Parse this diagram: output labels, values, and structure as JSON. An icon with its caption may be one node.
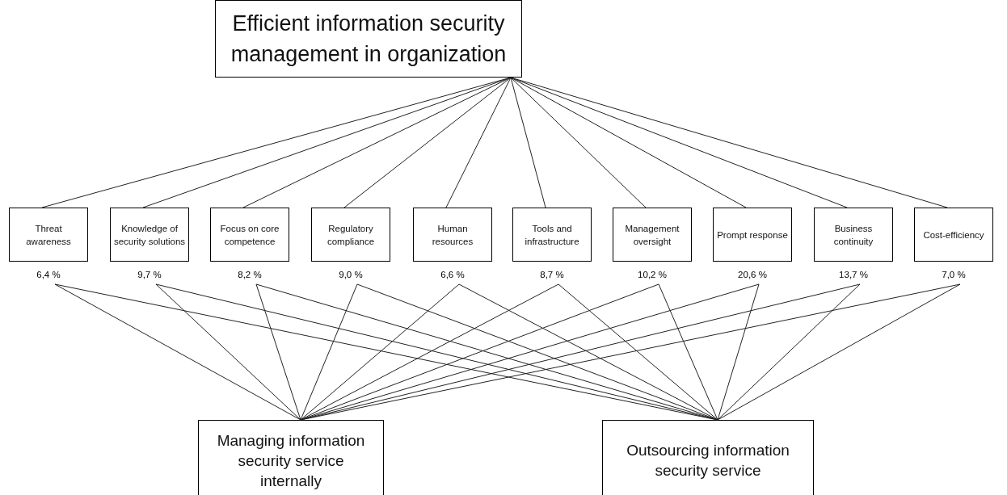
{
  "diagram": {
    "nodes": [
      {
        "text": [
          "Efficient information security management in organization"
        ]
      },
      {
        "text": [
          "Threat awareness"
        ],
        "beside": [
          "6,4 %"
        ]
      },
      {
        "text": [
          "Knowledge of security solutions"
        ],
        "beside": [
          "9,7 %"
        ]
      },
      {
        "text": [
          "Focus on core competence"
        ],
        "beside": [
          "8,2 %"
        ]
      },
      {
        "text": [
          "Regulatory compliance"
        ],
        "beside": [
          "9,0 %"
        ]
      },
      {
        "text": [
          "Human resources"
        ],
        "beside": [
          "6,6 %"
        ]
      },
      {
        "text": [
          "Tools and infrastructure"
        ],
        "beside": [
          "8,7 %"
        ]
      },
      {
        "text": [
          "Management oversight"
        ],
        "beside": [
          "10,2 %"
        ]
      },
      {
        "text": [
          "Prompt response"
        ],
        "beside": [
          "20,6 %"
        ]
      },
      {
        "text": [
          "Business continuity"
        ],
        "beside": [
          "13,7 %"
        ]
      },
      {
        "text": [
          "Cost-efficiency"
        ],
        "beside": [
          "7,0 %"
        ]
      },
      {
        "text": [
          "Managing information security service internally"
        ]
      },
      {
        "text": [
          "Outsourcing information security service"
        ]
      }
    ],
    "edges": [
      {
        "from": 0,
        "to": 1,
        "arrow": "none"
      },
      {
        "from": 0,
        "to": 2,
        "arrow": "none"
      },
      {
        "from": 0,
        "to": 3,
        "arrow": "none"
      },
      {
        "from": 0,
        "to": 4,
        "arrow": "none"
      },
      {
        "from": 0,
        "to": 5,
        "arrow": "none"
      },
      {
        "from": 0,
        "to": 6,
        "arrow": "none"
      },
      {
        "from": 0,
        "to": 7,
        "arrow": "none"
      },
      {
        "from": 0,
        "to": 8,
        "arrow": "none"
      },
      {
        "from": 0,
        "to": 9,
        "arrow": "none"
      },
      {
        "from": 0,
        "to": 10,
        "arrow": "none"
      },
      {
        "from": 1,
        "to": 11,
        "arrow": "none"
      },
      {
        "from": 1,
        "to": 12,
        "arrow": "none"
      },
      {
        "from": 2,
        "to": 11,
        "arrow": "none"
      },
      {
        "from": 2,
        "to": 12,
        "arrow": "none"
      },
      {
        "from": 3,
        "to": 11,
        "arrow": "none"
      },
      {
        "from": 3,
        "to": 12,
        "arrow": "none"
      },
      {
        "from": 4,
        "to": 11,
        "arrow": "none"
      },
      {
        "from": 4,
        "to": 12,
        "arrow": "none"
      },
      {
        "from": 5,
        "to": 11,
        "arrow": "none"
      },
      {
        "from": 5,
        "to": 12,
        "arrow": "none"
      },
      {
        "from": 6,
        "to": 11,
        "arrow": "none"
      },
      {
        "from": 6,
        "to": 12,
        "arrow": "none"
      },
      {
        "from": 7,
        "to": 11,
        "arrow": "none"
      },
      {
        "from": 7,
        "to": 12,
        "arrow": "none"
      },
      {
        "from": 8,
        "to": 11,
        "arrow": "none"
      },
      {
        "from": 8,
        "to": 12,
        "arrow": "none"
      },
      {
        "from": 9,
        "to": 11,
        "arrow": "none"
      },
      {
        "from": 9,
        "to": 12,
        "arrow": "none"
      },
      {
        "from": 10,
        "to": 11,
        "arrow": "none"
      },
      {
        "from": 10,
        "to": 12,
        "arrow": "none"
      }
    ]
  }
}
